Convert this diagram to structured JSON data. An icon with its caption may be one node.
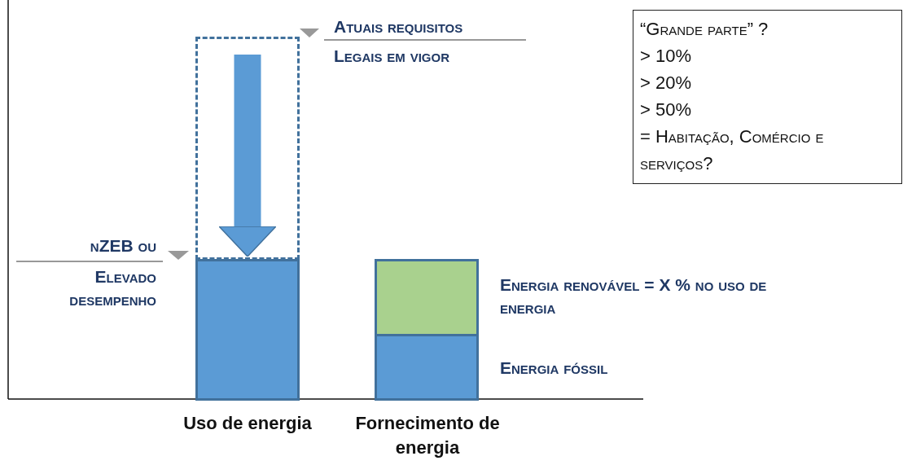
{
  "diagram": {
    "nodes": [
      {
        "text": [],
        "shape": "box"
      },
      {
        "text": [],
        "shape": "bar",
        "beside": [
          "Uso de energia"
        ]
      },
      {
        "text": [],
        "shape": "bar",
        "beside": [
          "Fornecimento de energia"
        ]
      },
      {
        "text": [],
        "shape": "bar",
        "in": 2,
        "beside": [
          "Energia renovável = X % no uso de energia"
        ]
      },
      {
        "text": [],
        "shape": "bar",
        "in": 2,
        "beside": [
          "Energia fóssil"
        ]
      },
      {
        "text": [
          "“Grande parte” ?",
          "> 10%",
          "> 20%",
          "> 50%",
          "= Habitação, Comércio e serviços?"
        ]
      }
    ],
    "edges": [
      {
        "from": 0,
        "to": 1,
        "arrow": "to"
      }
    ],
    "labels": [
      "Atuais requisitos",
      "Legais em vigor",
      "nZEB ou",
      "Elevado desempenho"
    ]
  }
}
